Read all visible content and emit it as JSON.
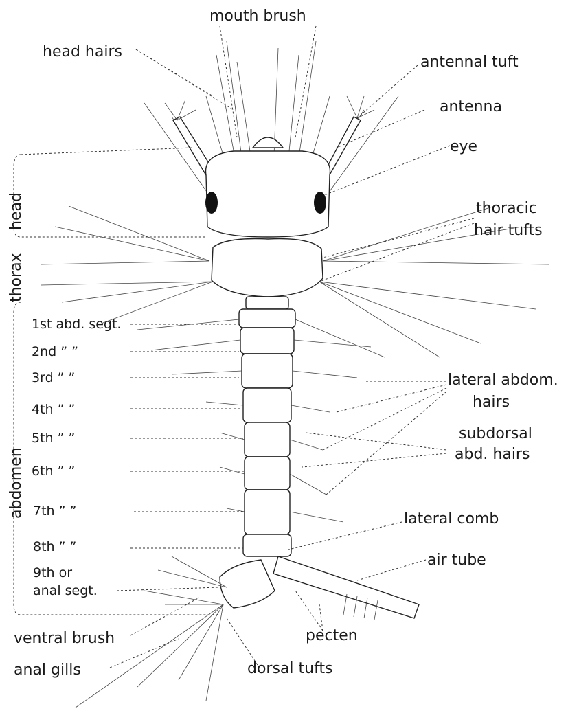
{
  "labels": {
    "mouth_brush": "mouth brush",
    "head_hairs": "head hairs",
    "antennal_tuft": "antennal tuft",
    "antenna": "antenna",
    "eye": "eye",
    "thoracic_1": "thoracic",
    "thoracic_2": "hair tufts",
    "head": "head",
    "thorax": "thorax",
    "abdomen": "abdomen",
    "seg1": "1st abd. segt.",
    "seg2": "2nd ”   ”",
    "seg3": "3rd ”   ”",
    "seg4": "4th ”   ”",
    "seg5": "5th ”   ”",
    "seg6": "6th ”   ”",
    "seg7": "7th ”   ”",
    "seg8": "8th ”   ”",
    "seg9_1": "9th or",
    "seg9_2": "anal segt.",
    "lateral_abdom_1": "lateral abdom.",
    "lateral_abdom_2": "hairs",
    "subdorsal_1": "subdorsal",
    "subdorsal_2": "abd. hairs",
    "lateral_comb": "lateral comb",
    "air_tube": "air tube",
    "pecten": "pecten",
    "ventral_brush": "ventral brush",
    "anal_gills": "anal gills",
    "dorsal_tufts": "dorsal tufts"
  }
}
